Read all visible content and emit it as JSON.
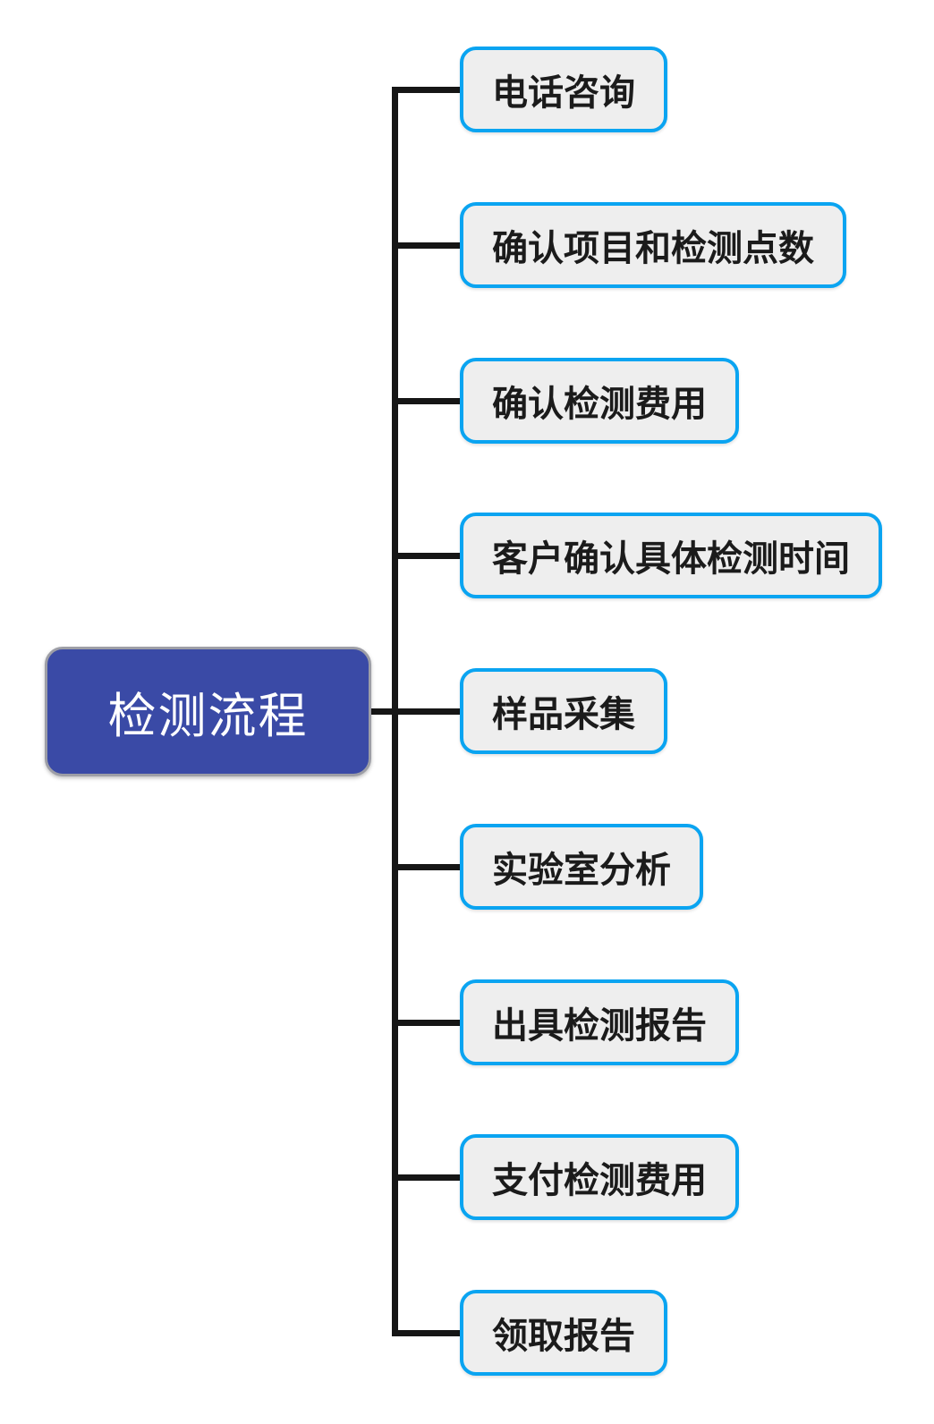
{
  "diagram": {
    "type": "mindmap-flow",
    "root": {
      "label": "检测流程"
    },
    "children": [
      {
        "label": "电话咨询"
      },
      {
        "label": "确认项目和检测点数"
      },
      {
        "label": "确认检测费用"
      },
      {
        "label": "客户确认具体检测时间"
      },
      {
        "label": "样品采集"
      },
      {
        "label": "实验室分析"
      },
      {
        "label": "出具检测报告"
      },
      {
        "label": "支付检测费用"
      },
      {
        "label": "领取报告"
      }
    ],
    "colors": {
      "root_fill": "#3a4aa6",
      "root_border": "#9d9ea6",
      "root_text": "#ffffff",
      "child_fill": "#eeeeee",
      "child_border": "#0aa4f1",
      "child_text": "#1b1b1b",
      "connector": "#161616",
      "background": "#ffffff"
    }
  }
}
